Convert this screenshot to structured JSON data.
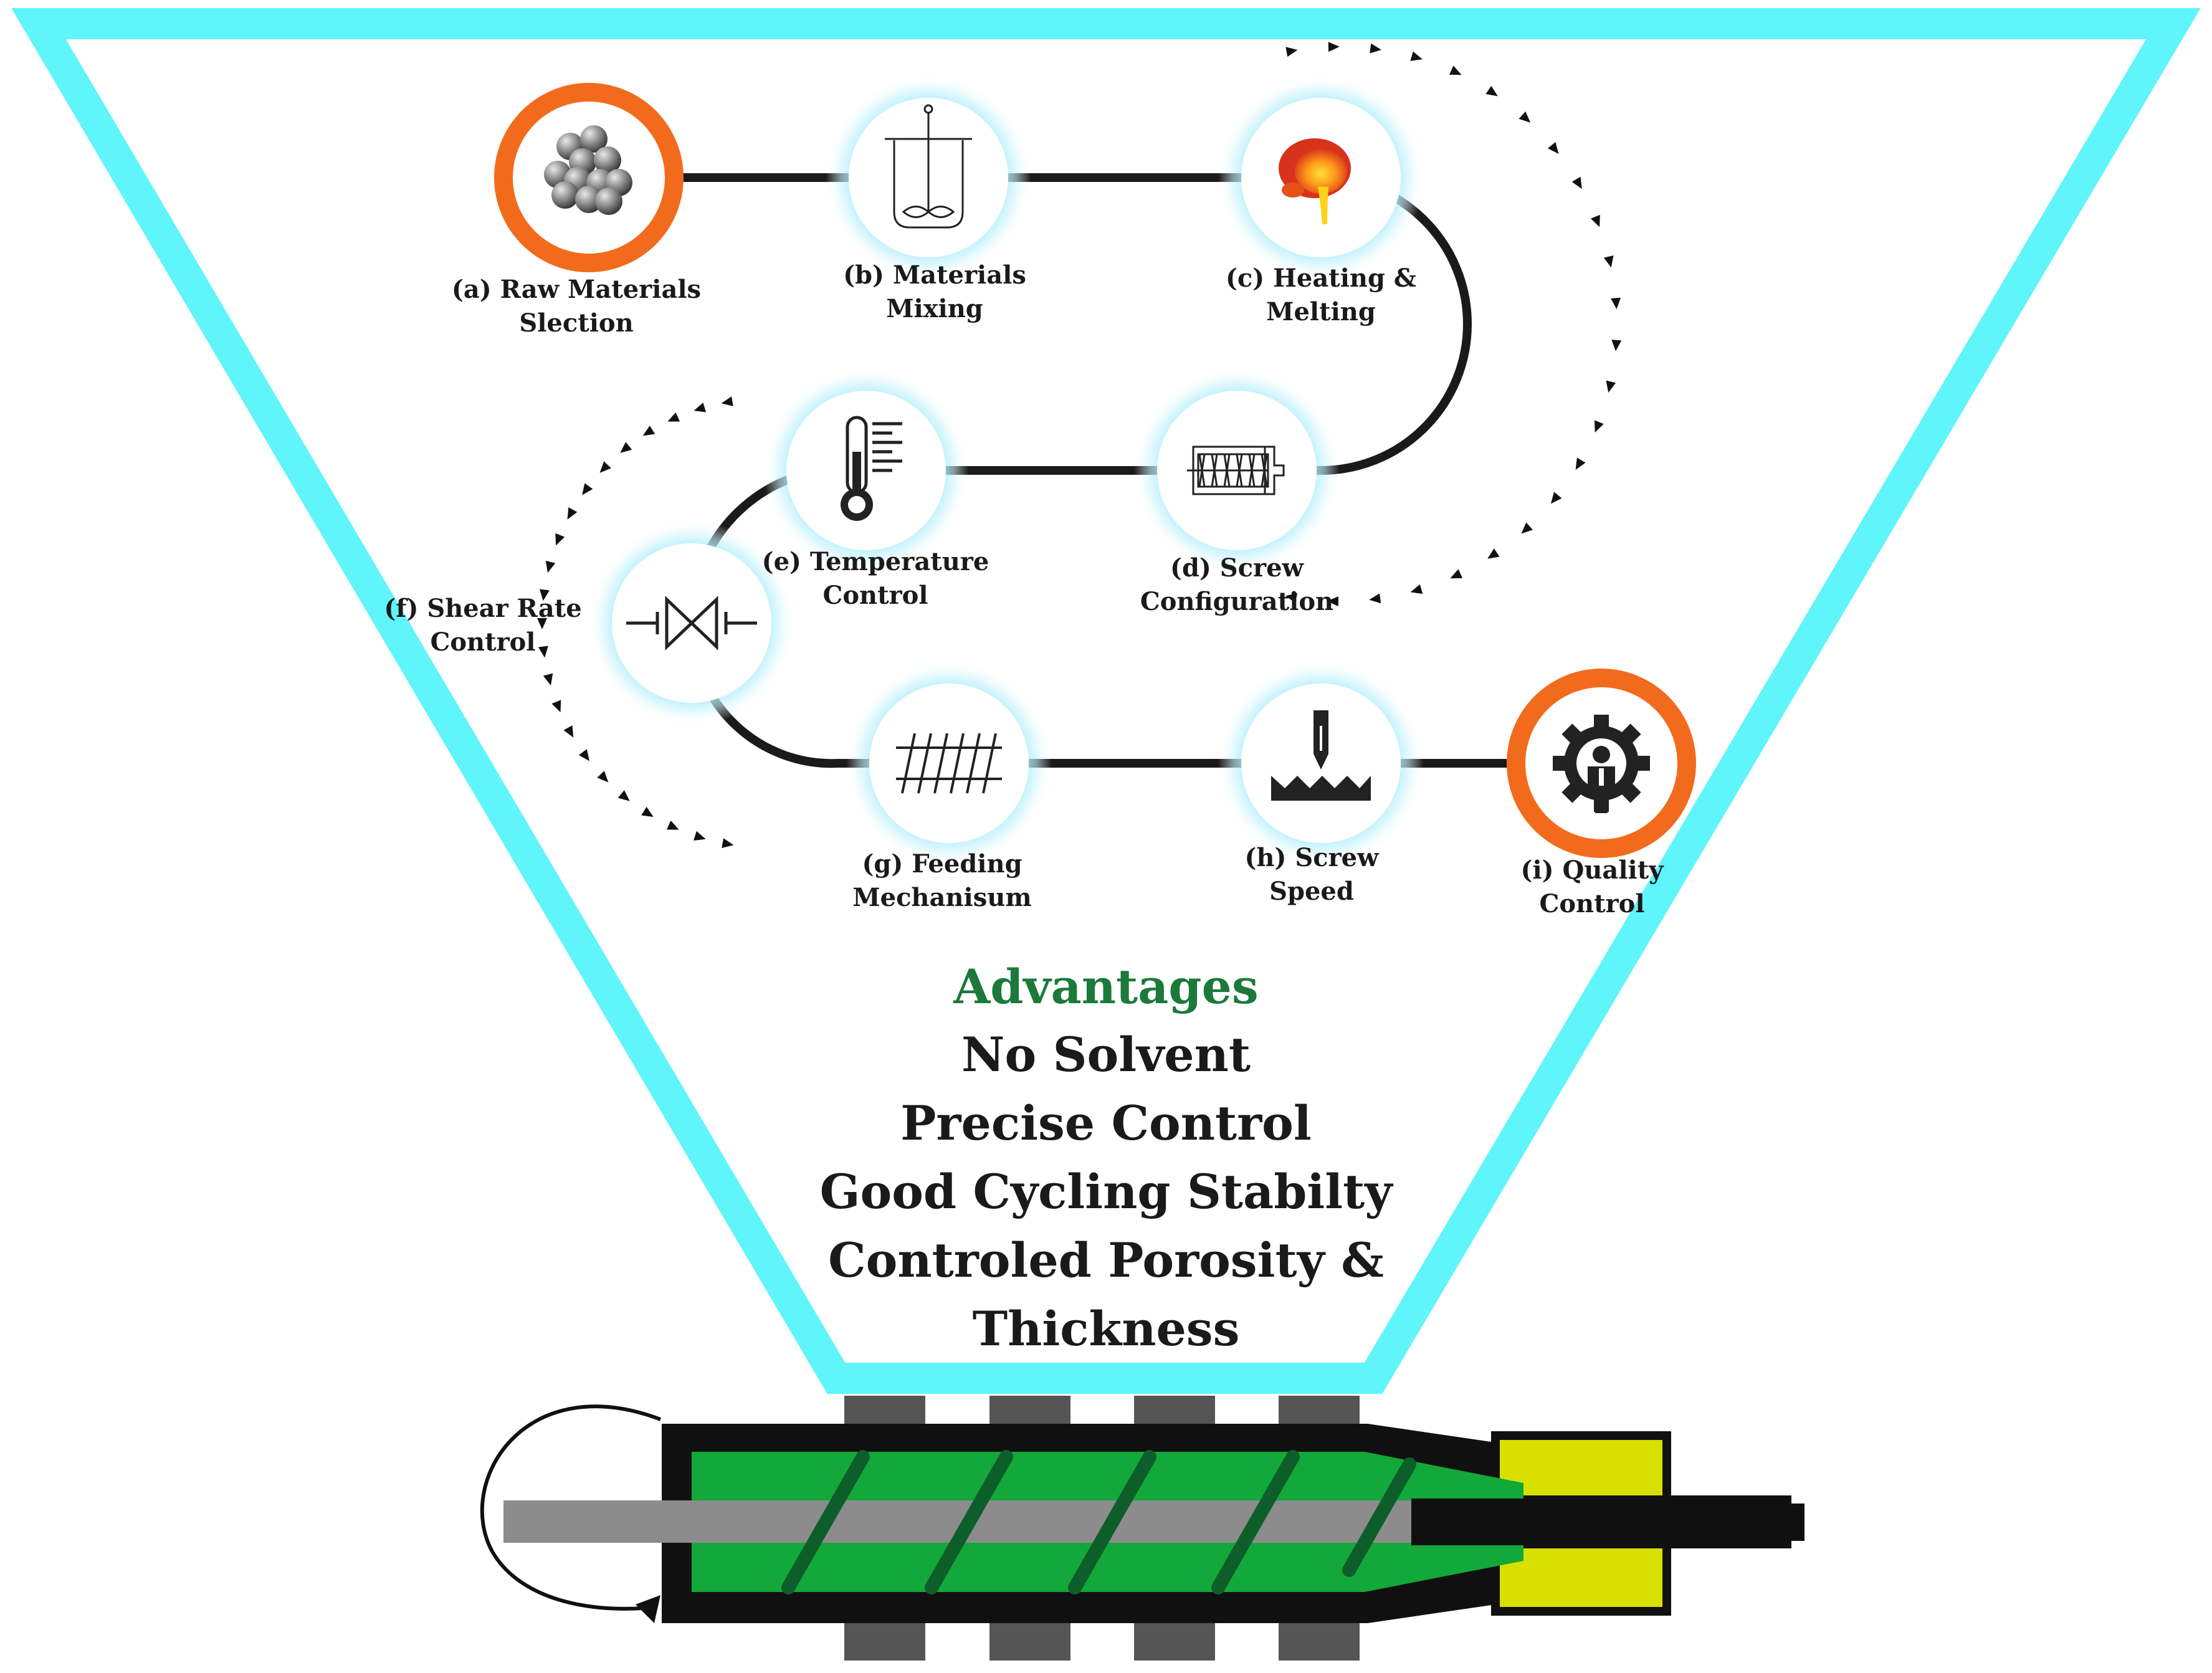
{
  "colors": {
    "funnel": "#5ff5fb",
    "path": "#1a1a1a",
    "highlight_ring": "#f26b1d",
    "glow": "#9fe9fb",
    "advantages_title": "#1b7a3a",
    "barrel_fill": "#12a83a",
    "flight": "#0d5e2a",
    "shaft": "#8c8c8c",
    "die": "#d8e000",
    "heater": "#555555"
  },
  "steps": [
    {
      "id": "a",
      "line1": "(a) Raw Materials",
      "line2": "Slection",
      "icon": "spheres-icon",
      "highlight": true
    },
    {
      "id": "b",
      "line1": "(b) Materials",
      "line2": "Mixing",
      "icon": "mixer-icon",
      "highlight": false
    },
    {
      "id": "c",
      "line1": "(c) Heating &",
      "line2": "Melting",
      "icon": "melting-icon",
      "highlight": false
    },
    {
      "id": "d",
      "line1": "(d) Screw",
      "line2": "Configuration",
      "icon": "screw-icon",
      "highlight": false
    },
    {
      "id": "e",
      "line1": "(e) Temperature",
      "line2": "Control",
      "icon": "thermometer-icon",
      "highlight": false
    },
    {
      "id": "f",
      "line1": "(f) Shear Rate",
      "line2": "Control",
      "icon": "valve-icon",
      "highlight": false
    },
    {
      "id": "g",
      "line1": "(g) Feeding",
      "line2": "Mechanisum",
      "icon": "feeder-icon",
      "highlight": false
    },
    {
      "id": "h",
      "line1": "(h) Screw",
      "line2": "Speed",
      "icon": "cutting-icon",
      "highlight": false
    },
    {
      "id": "i",
      "line1": "(i) Quality",
      "line2": "Control",
      "icon": "gear-person-icon",
      "highlight": true
    }
  ],
  "advantages": {
    "title": "Advantages",
    "items": [
      "No Solvent",
      "Precise Control",
      "Good Cycling Stabilty",
      "Controled Porosity &",
      "Thickness"
    ]
  }
}
